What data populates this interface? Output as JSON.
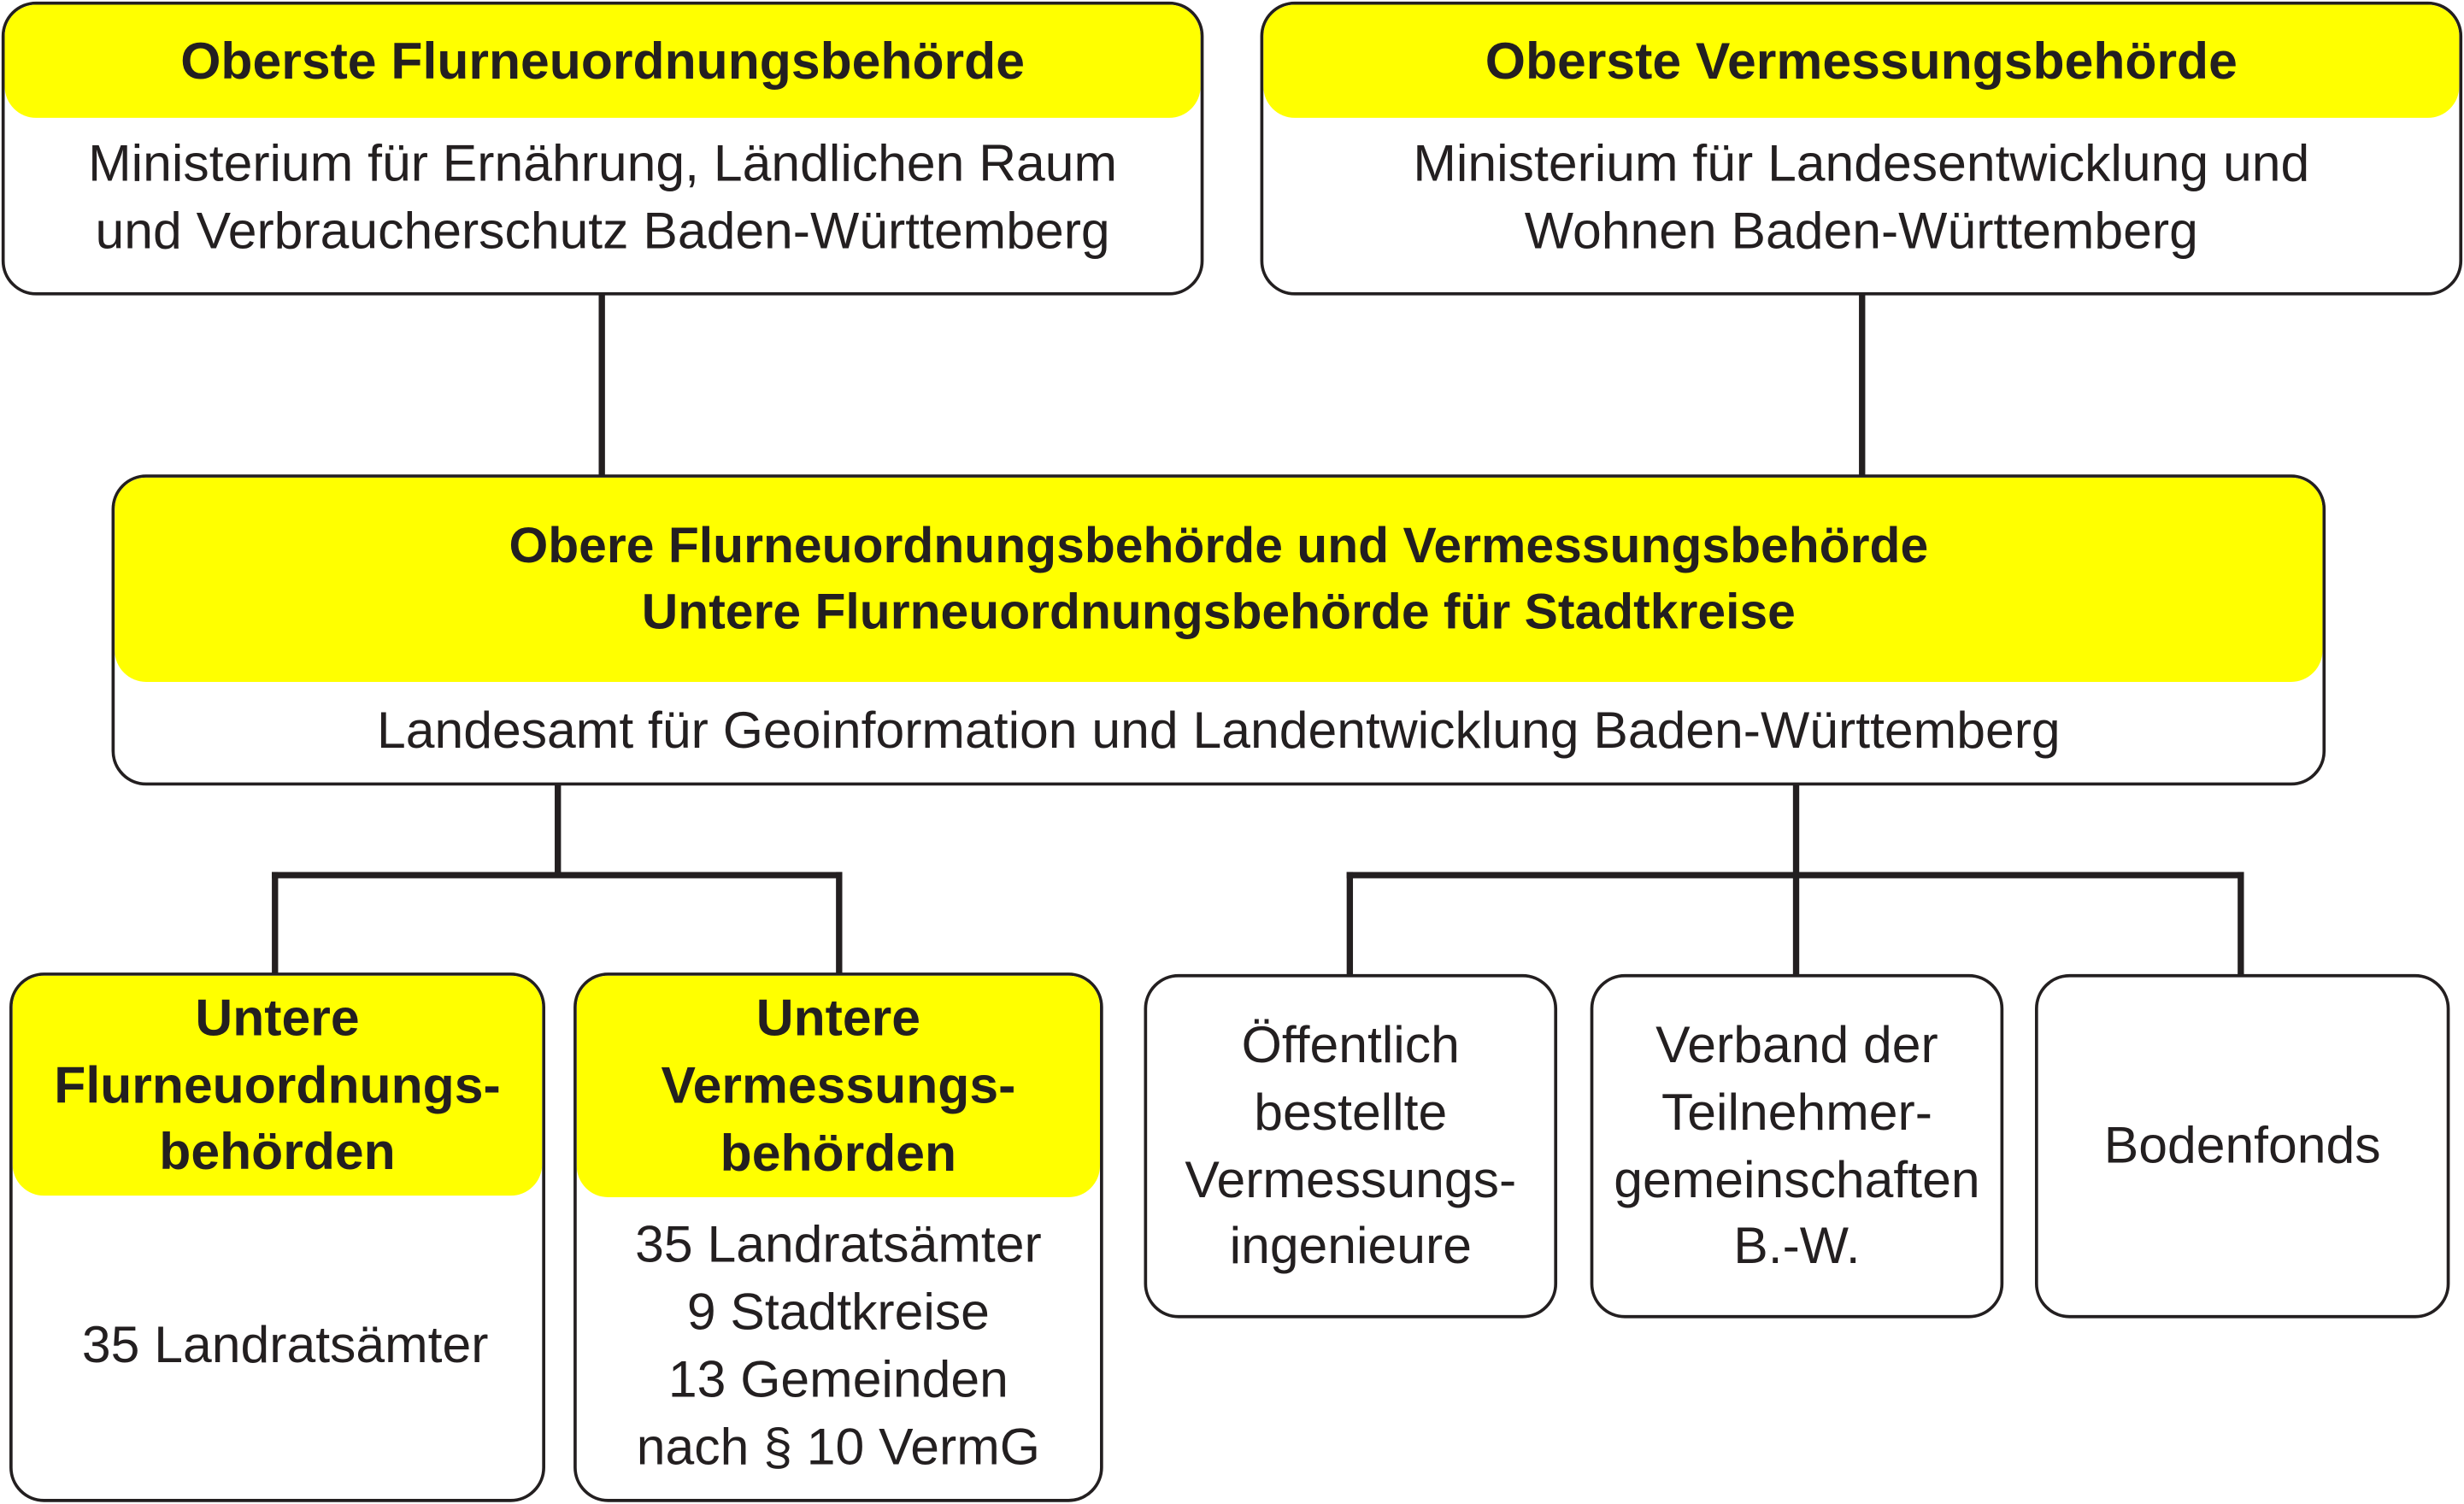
{
  "top_left": {
    "title": "Oberste Flurneuordnungsbehörde",
    "lines": [
      "Ministerium für Ernährung, Ländlichen Raum",
      "und Verbraucherschutz Baden-Württemberg"
    ]
  },
  "top_right": {
    "title": "Oberste Vermessungsbehörde",
    "lines": [
      "Ministerium für Landesentwicklung und",
      "Wohnen Baden-Württemberg"
    ]
  },
  "middle": {
    "title_lines": [
      "Obere Flurneuordnungsbehörde und Vermessungsbehörde",
      "Untere Flurneuordnungsbehörde für Stadtkreise"
    ],
    "body": "Landesamt für Geoinformation und Landentwicklung Baden-Württemberg"
  },
  "bottom": [
    {
      "title_lines": [
        "Untere",
        "Flurneuordnungs-",
        "behörden"
      ],
      "lines": [
        "35 Landratsämter"
      ]
    },
    {
      "title_lines": [
        "Untere",
        "Vermessungs-",
        "behörden"
      ],
      "lines": [
        "35 Landratsämter",
        "9 Stadtkreise",
        "13 Gemeinden",
        "nach § 10 VermG"
      ]
    },
    {
      "lines": [
        "Öffentlich",
        "bestellte",
        "Vermessungs-",
        "ingenieure"
      ]
    },
    {
      "lines": [
        "Verband der",
        "Teilnehmer-",
        "gemeinschaften",
        "B.-W."
      ]
    },
    {
      "lines": [
        "Bodenfonds"
      ]
    }
  ],
  "colors": {
    "accent": "#ffff00",
    "line": "#231f20"
  }
}
